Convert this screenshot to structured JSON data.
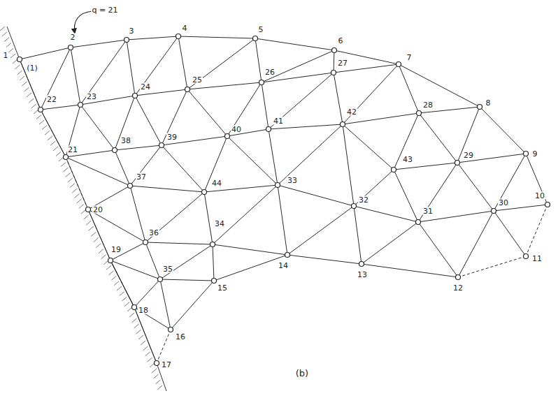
{
  "diagram": {
    "caption": "(b)",
    "labels": [
      "q = 21",
      "1",
      "(1)",
      "2",
      "3",
      "4",
      "5",
      "6",
      "7",
      "8",
      "9",
      "10",
      "11",
      "12",
      "13",
      "14",
      "15",
      "16",
      "17",
      "18",
      "19",
      "20",
      "21",
      "22",
      "23",
      "24",
      "25",
      "26",
      "27",
      "28",
      "29",
      "30",
      "31",
      "32",
      "33",
      "34",
      "35",
      "36",
      "37",
      "38",
      "39",
      "40",
      "41",
      "42",
      "43",
      "44"
    ]
  }
}
